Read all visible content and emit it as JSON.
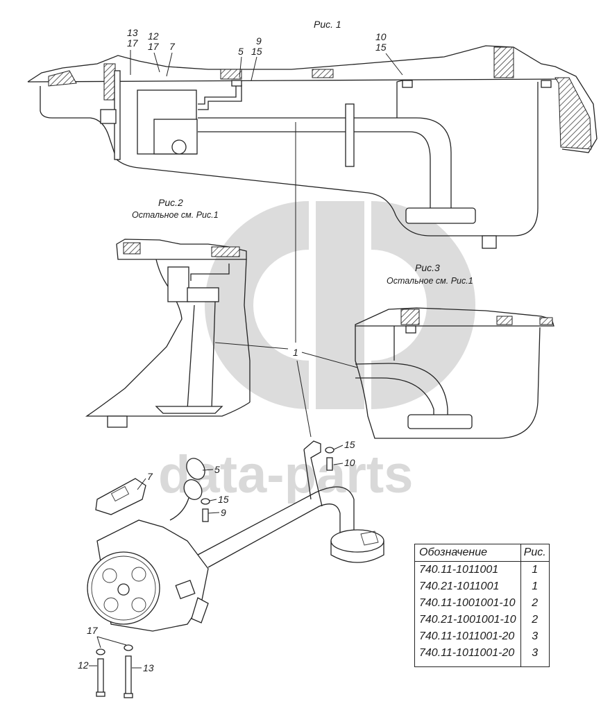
{
  "figures": [
    {
      "id": "fig1",
      "title": "Рис. 1",
      "subtitle": ""
    },
    {
      "id": "fig2",
      "title": "Рис.2",
      "subtitle": "Остальное см. Рис.1"
    },
    {
      "id": "fig3",
      "title": "Рис.3",
      "subtitle": "Остальное см. Рис.1"
    }
  ],
  "callouts": {
    "fig1": [
      {
        "id": "c13",
        "text": "13"
      },
      {
        "id": "c17a",
        "text": "17"
      },
      {
        "id": "c12",
        "text": "12"
      },
      {
        "id": "c17b",
        "text": "17"
      },
      {
        "id": "c7",
        "text": "7"
      },
      {
        "id": "c9",
        "text": "9"
      },
      {
        "id": "c5",
        "text": "5"
      },
      {
        "id": "c15a",
        "text": "15"
      },
      {
        "id": "c10",
        "text": "10"
      },
      {
        "id": "c15b",
        "text": "15"
      }
    ],
    "shared": [
      {
        "id": "c1",
        "text": "1"
      }
    ],
    "exploded": [
      {
        "id": "e15a",
        "text": "15"
      },
      {
        "id": "e10",
        "text": "10"
      },
      {
        "id": "e5",
        "text": "5"
      },
      {
        "id": "e7",
        "text": "7"
      },
      {
        "id": "e15b",
        "text": "15"
      },
      {
        "id": "e9",
        "text": "9"
      },
      {
        "id": "e17",
        "text": "17"
      },
      {
        "id": "e12",
        "text": "12"
      },
      {
        "id": "e13",
        "text": "13"
      }
    ]
  },
  "watermark": {
    "text": "data-parts",
    "color": "#d9d9d9"
  },
  "reference_table": {
    "headers": [
      "Обозначение",
      "Рис."
    ],
    "rows": [
      [
        "740.11-1011001",
        "1"
      ],
      [
        "740.21-1011001",
        "1"
      ],
      [
        "740.11-1001001-10",
        "2"
      ],
      [
        "740.21-1001001-10",
        "2"
      ],
      [
        "740.11-1011001-20",
        "3"
      ],
      [
        "740.11-1011001-20",
        "3"
      ]
    ]
  }
}
